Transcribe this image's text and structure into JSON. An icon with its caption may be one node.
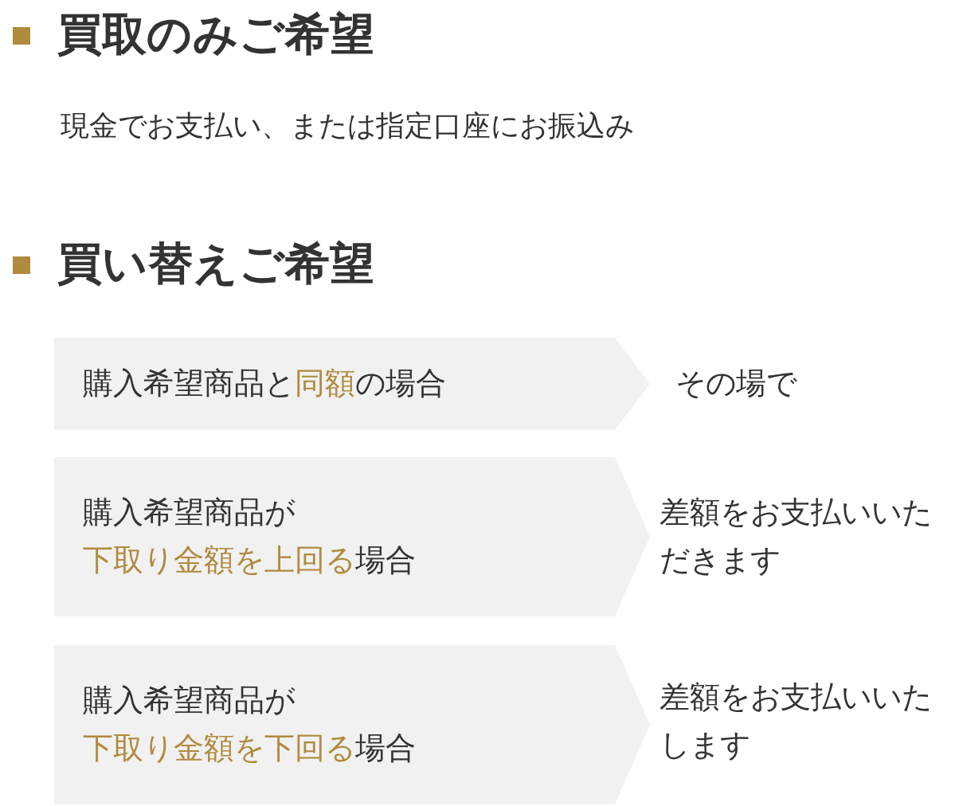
{
  "diagram": {
    "nodes": [
      {
        "text": [
          "購入希望商品と**同額**の場合"
        ],
        "beside": [
          "その場で"
        ]
      },
      {
        "text": [
          "購入希望商品が**下取り金額を上回る**場合"
        ],
        "beside": [
          "差額をお支払いいただきます"
        ]
      },
      {
        "text": [
          "購入希望商品が**下取り金額を下回る**場合"
        ],
        "beside": [
          "差額をお支払いいたします"
        ]
      }
    ],
    "labels": [
      "買取のみご希望",
      "現金でお支払い、または指定口座にお振込み",
      "買い替えご希望"
    ]
  }
}
